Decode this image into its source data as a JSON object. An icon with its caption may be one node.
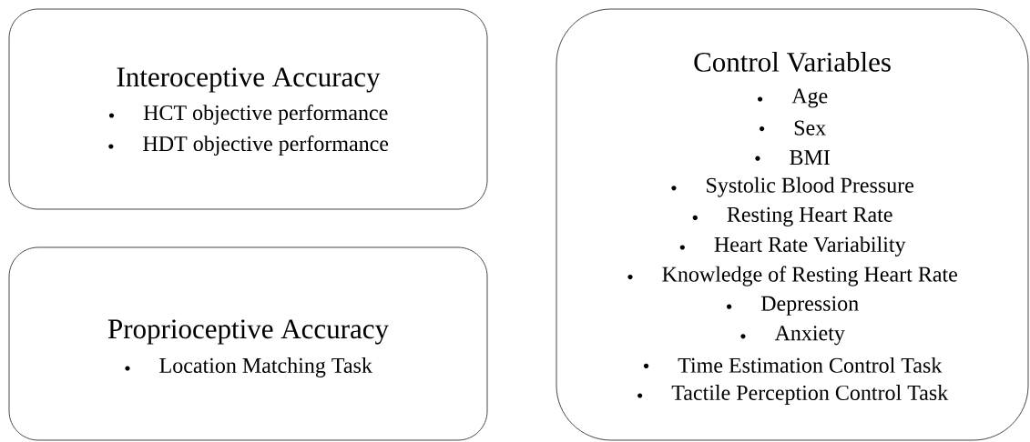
{
  "diagram": {
    "nodes": [
      {
        "text": [
          "Interoceptive Accuracy",
          "HCT objective performance",
          "HDT objective performance"
        ]
      },
      {
        "text": [
          "Proprioceptive Accuracy",
          "Location Matching Task"
        ]
      },
      {
        "text": [
          "Control Variables",
          "Age",
          "Sex",
          "BMI",
          "Systolic Blood Pressure",
          "Resting Heart Rate",
          "Heart Rate Variability",
          "Knowledge of Resting Heart Rate",
          "Depression",
          "Anxiety",
          "Time Estimation Control Task",
          "Tactile Perception Control Task"
        ]
      }
    ]
  }
}
